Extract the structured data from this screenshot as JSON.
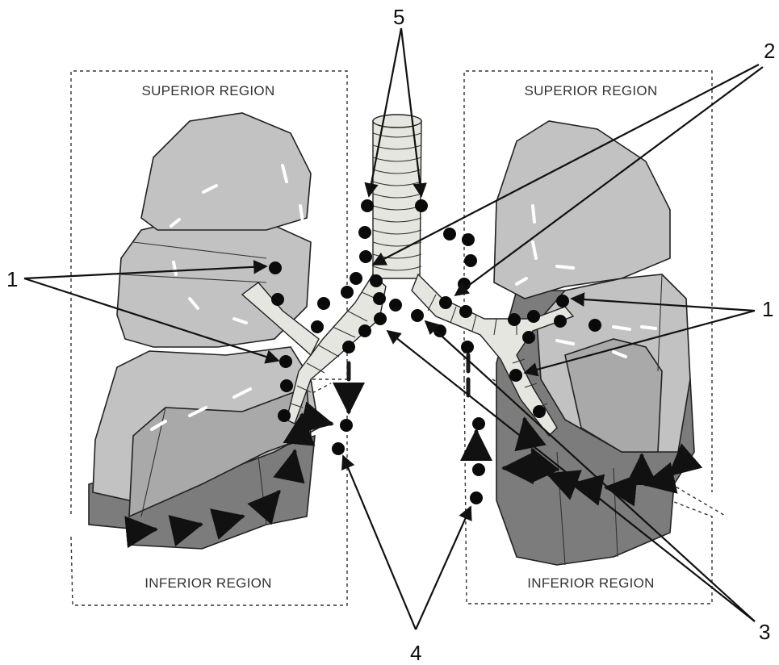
{
  "regions": {
    "left_superior": "SUPERIOR REGION",
    "right_superior": "SUPERIOR REGION",
    "left_inferior": "INFERIOR REGION",
    "right_inferior": "INFERIOR REGION"
  },
  "callouts": {
    "c1_left": "1",
    "c1_right": "1",
    "c2": "2",
    "c3": "3",
    "c4": "4",
    "c5": "5"
  },
  "colors": {
    "lobe_light": "#c2c2c2",
    "lobe_mid": "#a9a9a9",
    "lobe_dark": "#7c7c7c",
    "lymph_node": "#0a0a0a",
    "airway": "#e6e6e0"
  }
}
